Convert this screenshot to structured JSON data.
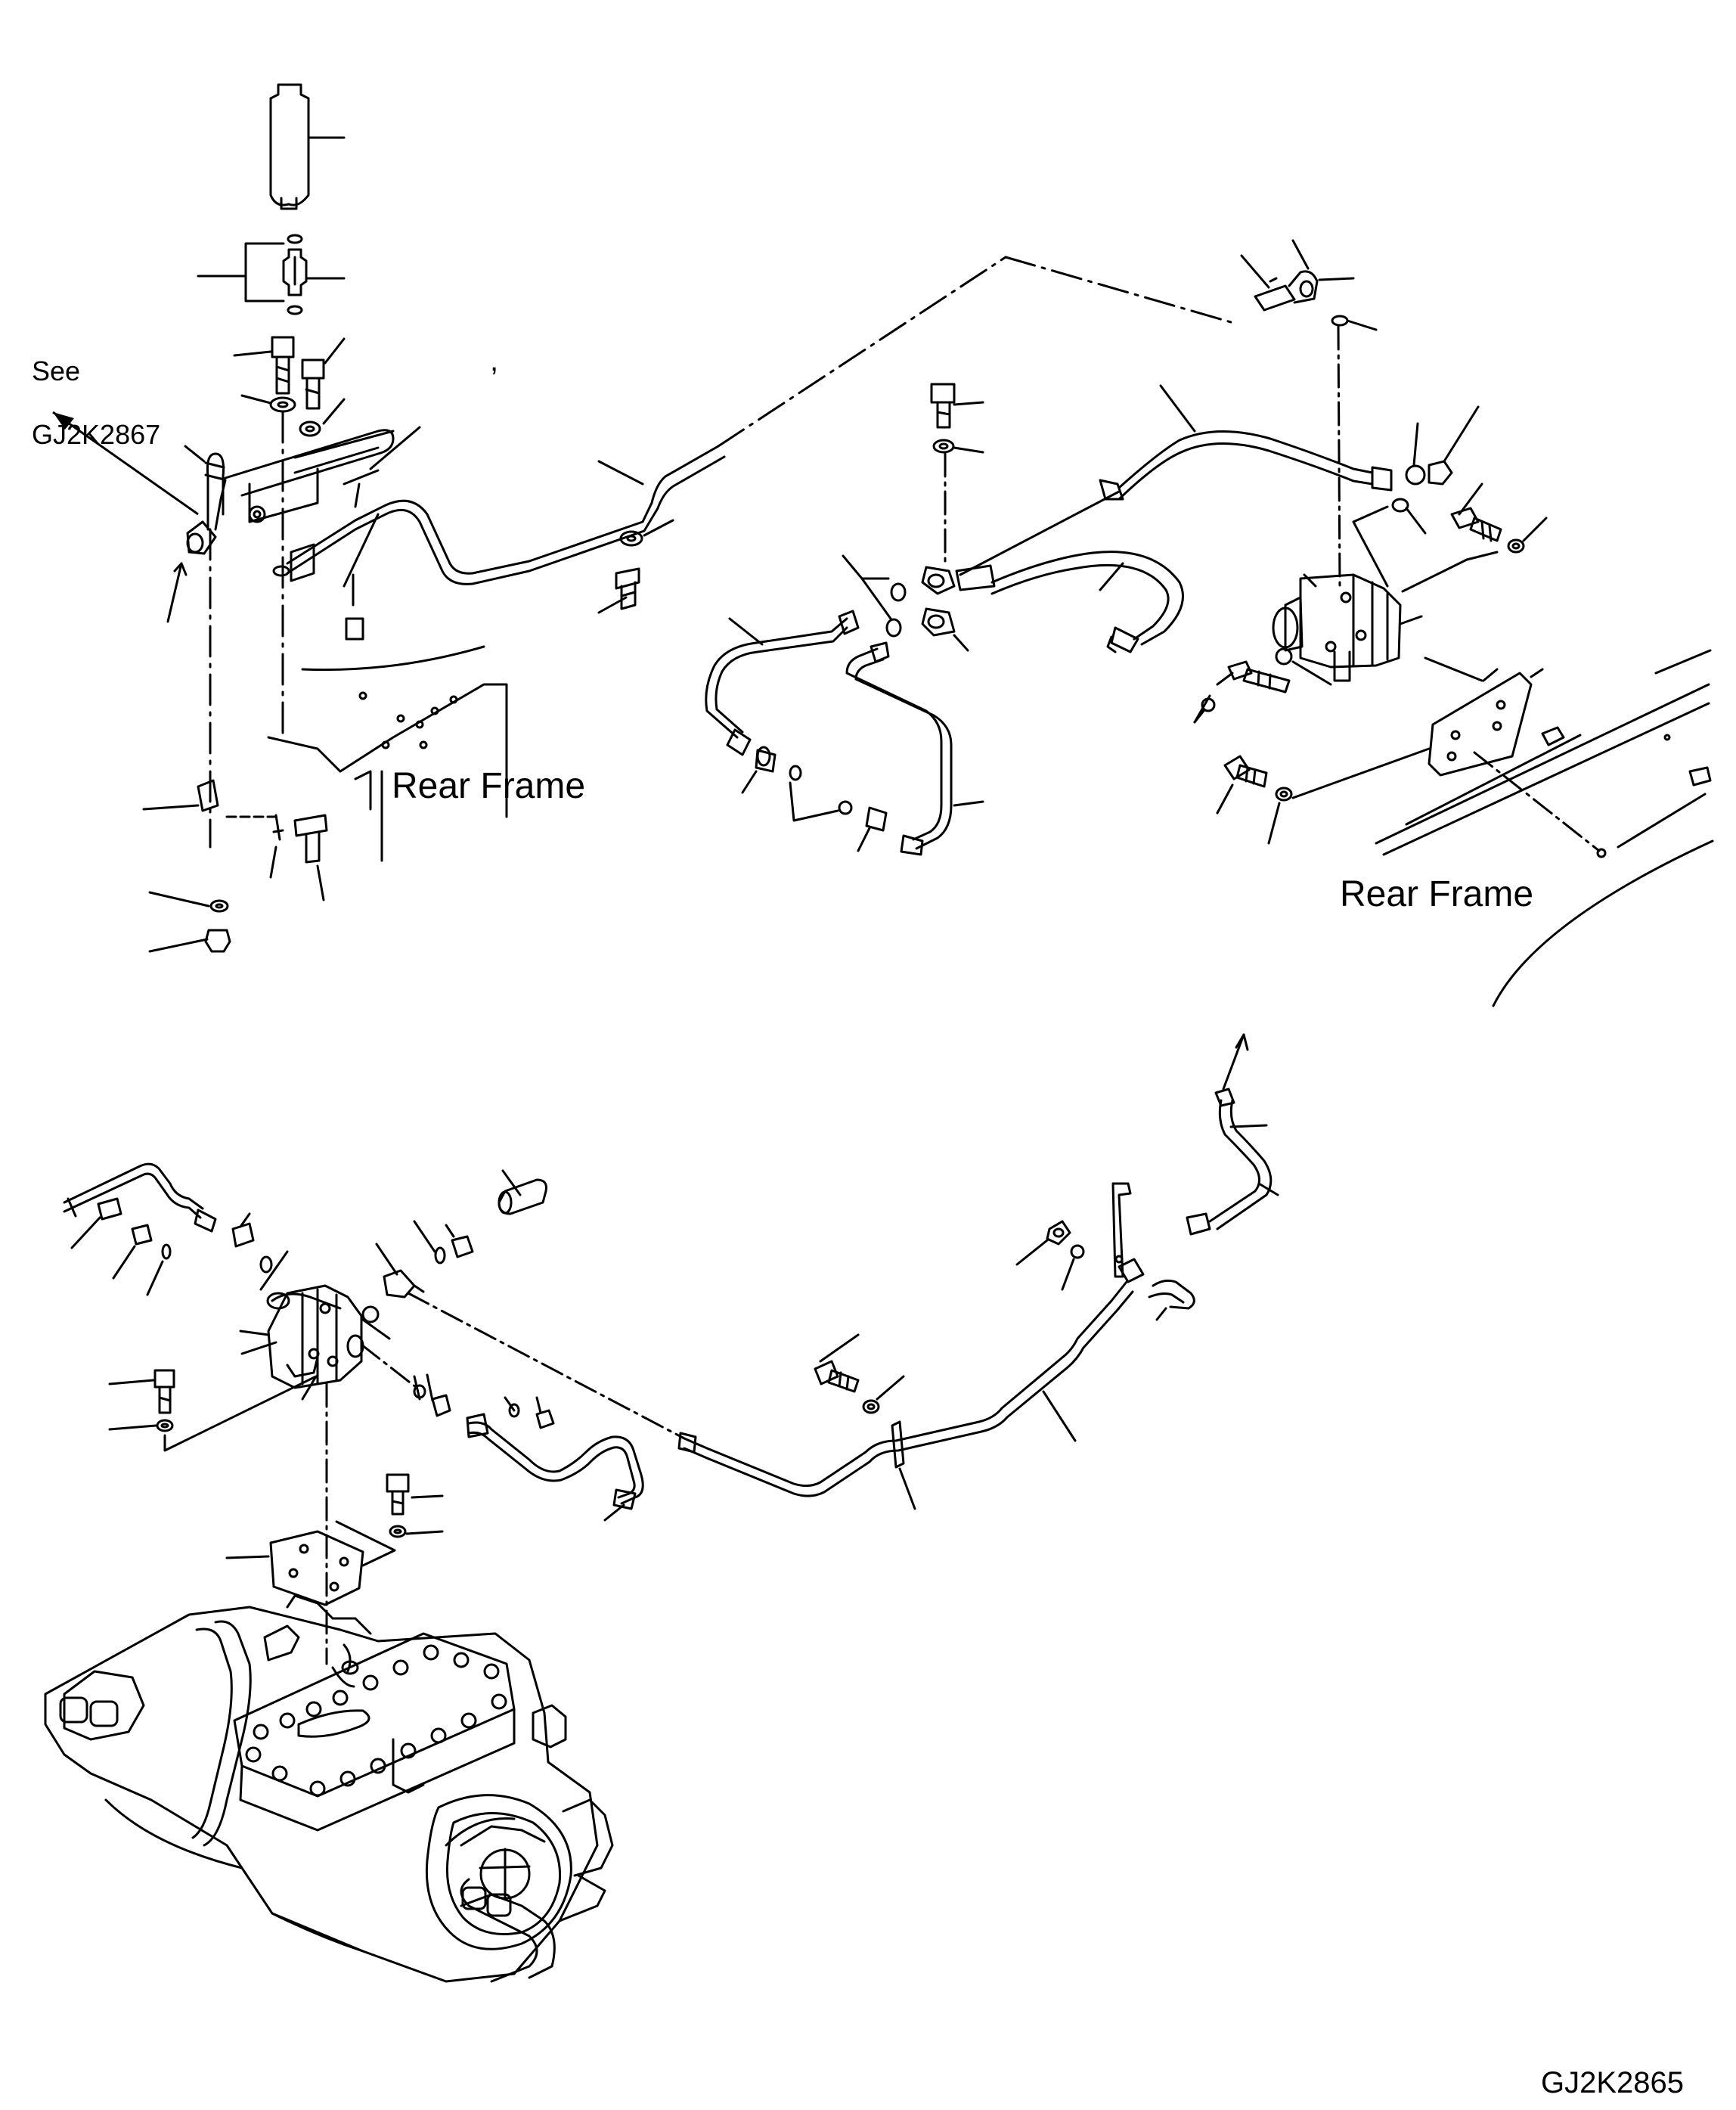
{
  "labels": {
    "see_ref_line1": "See",
    "see_ref_line2": "GJ2K2867",
    "rear_frame_left": "Rear Frame",
    "rear_frame_right": "Rear Frame",
    "drawing_code": "GJ2K2865",
    "stray_mark": ","
  },
  "colors": {
    "ink": "#000000",
    "paper": "#ffffff"
  }
}
